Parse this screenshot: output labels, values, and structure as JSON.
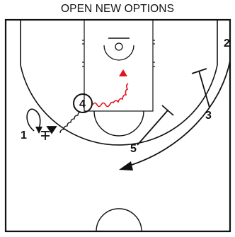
{
  "title": "OPEN NEW OPTIONS",
  "players": {
    "p1": "1",
    "p2": "2",
    "p3": "3",
    "p4": "4",
    "p5": "5"
  },
  "colors": {
    "line": "#111111",
    "dribble_red": "#e0141e",
    "background": "#ffffff"
  }
}
